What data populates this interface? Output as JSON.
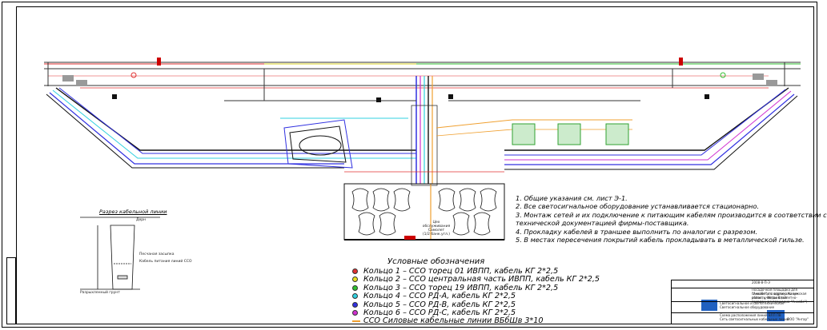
{
  "notes": [
    "1. Общие указания см. лист Э-1.",
    "2. Все светосигнальное оборудование устанавливается стационарно.",
    "3. Монтаж сетей и их подключение к питающим кабелям производится в соответствии с",
    "технической документацией фирмы-поставщика.",
    "4. Прокладку кабелей в траншее выполнить по аналогии с разрезом.",
    "5. В местах пересечения покрытий кабель прокладывать в металлической гильзе."
  ],
  "legend": {
    "title": "Условные обозначения",
    "items": [
      {
        "label": "Кольцо 1 – ССО торец 01 ИВПП, кабель КГ 2*2,5",
        "color": "#e03030"
      },
      {
        "label": "Кольцо 2 – ССО центральная часть ИВПП, кабель КГ 2*2,5",
        "color": "#e8e020"
      },
      {
        "label": "Кольцо 3 – ССО торец 19 ИВПП, кабель КГ 2*2,5",
        "color": "#30c030"
      },
      {
        "label": "Кольцо 4 – ССО РД-А, кабель КГ 2*2,5",
        "color": "#30d0e0"
      },
      {
        "label": "Кольцо 5 – ССО РД-В, кабель КГ 2*2,5",
        "color": "#3030e0"
      },
      {
        "label": "Кольцо 6 – ССО РД-С, кабель КГ 2*2,5",
        "color": "#d030d0"
      },
      {
        "label": "ССО Силовые кабельные линии ВБбШв 3*10",
        "color": "#f0a030",
        "type": "power"
      }
    ]
  },
  "section": {
    "title": "Разрез кабельной линии",
    "top_label": "Дерн",
    "label_sand": "Песчаная засыпка",
    "label_cable": "Кабель питания линий ССО",
    "label_ground": "Разрыхленный грунт"
  },
  "stamp": {
    "code": "2008-8-П-Э",
    "text1": "Посадочная площадка для самолетов с вертикальным",
    "text2": "\"Анкабе\", по адресу: Калужская область, Медынский",
    "text3": "район, участок 8 (взлетно-посадочная площадка \"Анкабе\")",
    "text4": "Светосигнальное и светотехническое",
    "text5": "Светосигнальное оборудование",
    "text6": "Схема расположения линий ВЛП ПВ",
    "text7": "Сеть светосигнальных кабельных линий",
    "org": "ООО \"Ангар\""
  },
  "crossing_label": "Цех обслуживания\nСамолет\n(1/2 банк.угл.)"
}
